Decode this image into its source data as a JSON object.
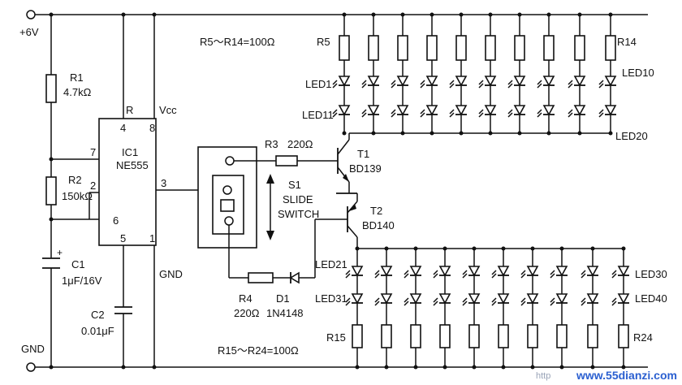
{
  "power": {
    "vplus": "+6V",
    "gnd": "GND"
  },
  "ic1": {
    "ref": "IC1",
    "part": "NE555",
    "pin_r": "R",
    "pin_vcc": "Vcc",
    "pin4": "4",
    "pin8": "8",
    "pin7": "7",
    "pin2": "2",
    "pin6": "6",
    "pin3": "3",
    "pin5": "5",
    "pin1": "1",
    "gnd": "GND"
  },
  "r1": {
    "ref": "R1",
    "value": "4.7kΩ"
  },
  "r2": {
    "ref": "R2",
    "value": "150kΩ"
  },
  "c1": {
    "ref": "C1",
    "value": "1μF/16V",
    "plus": "+"
  },
  "c2": {
    "ref": "C2",
    "value": "0.01μF"
  },
  "r3": {
    "ref": "R3",
    "value": "220Ω"
  },
  "r4": {
    "ref": "R4",
    "value": "220Ω"
  },
  "d1": {
    "ref": "D1",
    "part": "1N4148"
  },
  "s1": {
    "ref": "S1",
    "line1": "SLIDE",
    "line2": "SWITCH"
  },
  "t1": {
    "ref": "T1",
    "part": "BD139"
  },
  "t2": {
    "ref": "T2",
    "part": "BD140"
  },
  "top_note": "R5～R14=100Ω",
  "bottom_note": "R15～R24=100Ω",
  "top_bank": {
    "r_first": "R5",
    "r_last": "R14",
    "led_a_first": "LED1",
    "led_a_last": "LED10",
    "led_b_first": "LED11",
    "led_b_last": "LED20"
  },
  "bottom_bank": {
    "r_first": "R15",
    "r_last": "R24",
    "led_a_first": "LED21",
    "led_a_last": "LED30",
    "led_b_first": "LED31",
    "led_b_last": "LED40"
  },
  "watermark": {
    "prefix": "http",
    "site": "www.55dianzi.com"
  }
}
